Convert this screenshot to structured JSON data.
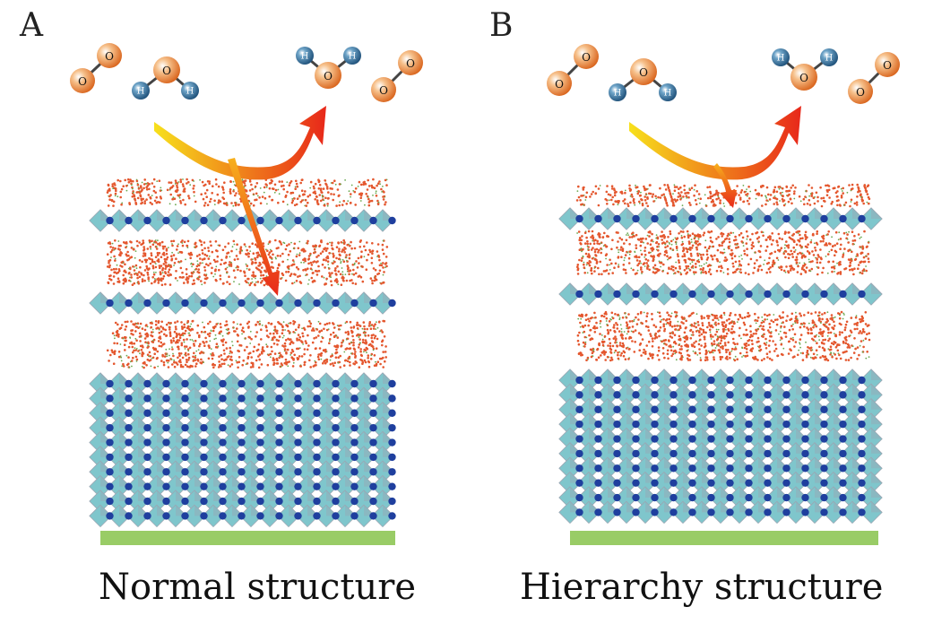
{
  "panels": [
    {
      "letter": "A",
      "caption": "Normal structure",
      "layers": [
        "organic",
        "perovskite",
        "organic",
        "perovskite",
        "organic",
        "bulk"
      ]
    },
    {
      "letter": "B",
      "caption": "Hierarchy structure",
      "layers": [
        "organic",
        "perovskite",
        "organic",
        "perovskite",
        "organic",
        "bulk"
      ]
    }
  ],
  "atoms": {
    "oxygen": "O",
    "hydrogen": "H"
  },
  "colors": {
    "octahedron": "#7fc6cc",
    "octahedron_shade": "#9aa7b3",
    "a_site": "#1f3f9e",
    "organic_dots": "#e4572e",
    "substrate": "#99cc66",
    "arrow_start": "#f7e01c",
    "arrow_end": "#e8281a",
    "oxygen_atom": "#e07b2a",
    "hydrogen_atom": "#2f6f9c"
  }
}
